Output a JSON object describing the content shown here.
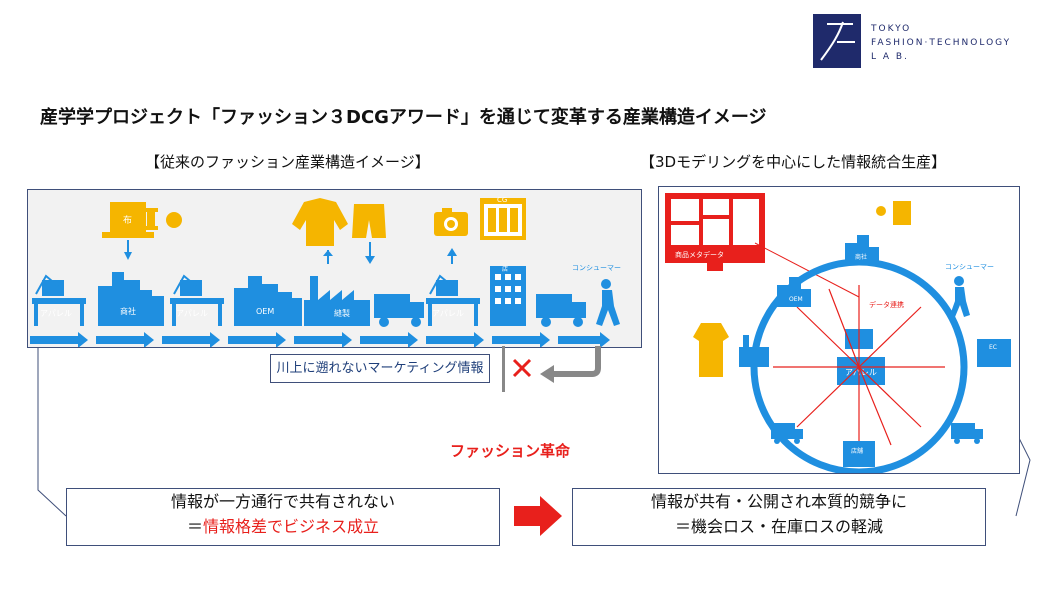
{
  "logo": {
    "line1": "TOKYO",
    "line2": "FASHION·TECHNOLOGY",
    "line3": "L A B."
  },
  "title": "産学学プロジェクト「ファッション３DCGアワード」を通じて変革する産業構造イメージ",
  "left_section": {
    "heading": "【従来のファッション産業構造イメージ】",
    "labels": {
      "cloth": "布",
      "apparel1": "アパレル",
      "trading": "商社",
      "apparel2": "アパレル",
      "oem": "OEM",
      "sewing": "縫製",
      "apparel3": "アパレル",
      "retail": "店",
      "consumer": "コンシューマー",
      "cg": "CG"
    },
    "note": "川上に遡れないマーケティング情報"
  },
  "right_section": {
    "heading": "【3Dモデリングを中心にした情報統合生産】",
    "labels": {
      "screen": "商品メタデータ",
      "trading": "商社",
      "consumer": "コンシューマー",
      "oem": "OEM",
      "data": "データ連携",
      "apparel": "アパレル",
      "ec": "EC",
      "store": "店舗"
    }
  },
  "revolution": "ファッション革命",
  "box_left": {
    "line1": "情報が一方通行で共有されない",
    "line2_prefix": "＝",
    "line2_highlight": "情報格差でビジネス成立"
  },
  "box_right": {
    "line1": "情報が共有・公開され本質的競争に",
    "line2": "＝機会ロス・在庫ロスの軽減"
  },
  "colors": {
    "blue": "#1f8fe0",
    "yellow": "#f5b500",
    "red": "#e8201c",
    "navy": "#1f2a6b"
  }
}
